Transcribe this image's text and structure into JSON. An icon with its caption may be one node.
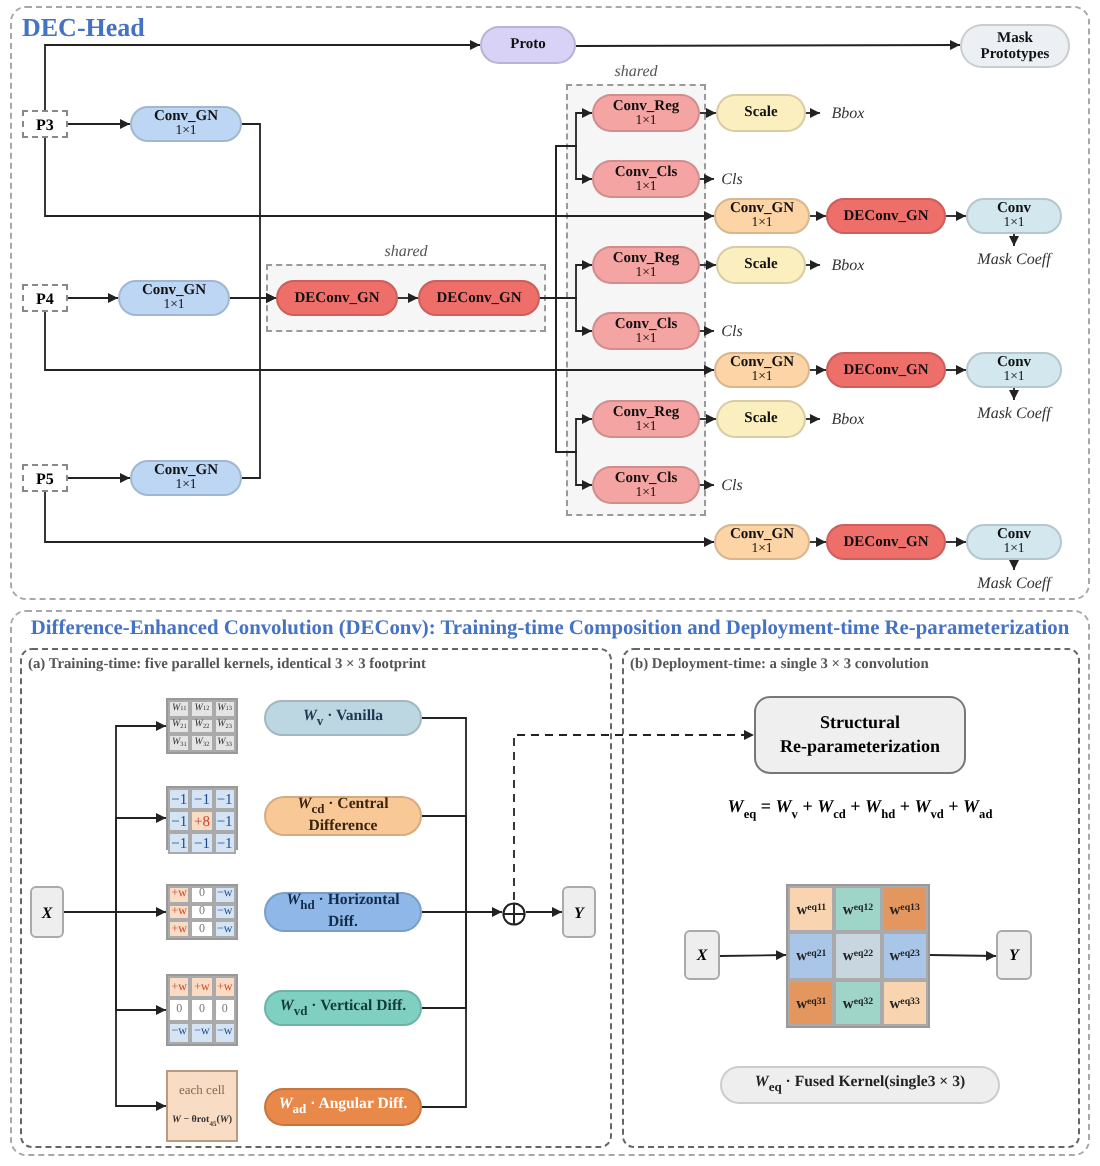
{
  "diagram": {
    "nodes": [
      {
        "text": [
          "DEC-Head"
        ]
      },
      {
        "text": [
          "Proto"
        ],
        "in": 0
      },
      {
        "text": [
          "Mask Prototypes"
        ],
        "in": 0
      },
      {
        "text": [
          "P3"
        ],
        "in": 0
      },
      {
        "text": [
          "Conv_GN",
          "1×1"
        ],
        "in": 0
      },
      {
        "text": [
          "P4"
        ],
        "in": 0
      },
      {
        "text": [
          "Conv_GN",
          "1×1"
        ],
        "in": 0
      },
      {
        "text": [
          "P5"
        ],
        "in": 0
      },
      {
        "text": [
          "Conv_GN",
          "1×1"
        ],
        "in": 0
      },
      {
        "text": [
          "shared"
        ],
        "in": 0
      },
      {
        "text": [
          "DEConv_GN"
        ],
        "in": 9
      },
      {
        "text": [
          "DEConv_GN"
        ],
        "in": 9
      },
      {
        "text": [
          "shared"
        ],
        "in": 0
      },
      {
        "text": [
          "Conv_Reg",
          "1×1"
        ],
        "in": 12
      },
      {
        "text": [
          "Conv_Cls",
          "1×1"
        ],
        "in": 12
      },
      {
        "text": [
          "Conv_Reg",
          "1×1"
        ],
        "in": 12
      },
      {
        "text": [
          "Conv_Cls",
          "1×1"
        ],
        "in": 12
      },
      {
        "text": [
          "Conv_Reg",
          "1×1"
        ],
        "in": 12
      },
      {
        "text": [
          "Conv_Cls",
          "1×1"
        ],
        "in": 12
      },
      {
        "text": [
          "Scale"
        ],
        "in": 0
      },
      {
        "text": [
          "Scale"
        ],
        "in": 0
      },
      {
        "text": [
          "Scale"
        ],
        "in": 0
      },
      {
        "text": [
          "Bbox"
        ],
        "in": 0
      },
      {
        "text": [
          "Bbox"
        ],
        "in": 0
      },
      {
        "text": [
          "Bbox"
        ],
        "in": 0
      },
      {
        "text": [
          "Cls"
        ],
        "in": 0
      },
      {
        "text": [
          "Cls"
        ],
        "in": 0
      },
      {
        "text": [
          "Cls"
        ],
        "in": 0
      },
      {
        "text": [
          "Conv_GN",
          "1×1"
        ],
        "in": 0
      },
      {
        "text": [
          "DEConv_GN"
        ],
        "in": 0
      },
      {
        "text": [
          "Conv",
          "1×1"
        ],
        "in": 0
      },
      {
        "text": [
          "Mask Coeff"
        ],
        "in": 0
      },
      {
        "text": [
          "Conv_GN",
          "1×1"
        ],
        "in": 0
      },
      {
        "text": [
          "DEConv_GN"
        ],
        "in": 0
      },
      {
        "text": [
          "Conv",
          "1×1"
        ],
        "in": 0
      },
      {
        "text": [
          "Mask Coeff"
        ],
        "in": 0
      },
      {
        "text": [
          "Conv_GN",
          "1×1"
        ],
        "in": 0
      },
      {
        "text": [
          "DEConv_GN"
        ],
        "in": 0
      },
      {
        "text": [
          "Conv",
          "1×1"
        ],
        "in": 0
      },
      {
        "text": [
          "Mask Coeff"
        ],
        "in": 0
      },
      {
        "text": [
          "Difference-Enhanced Convolution (DEConv): Training-time Composition and Deployment-time Re-parameterization"
        ]
      },
      {
        "text": [
          "(a) Training-time: five parallel kernels, identical 3 × 3 footprint"
        ],
        "in": 40
      },
      {
        "text": [
          "X"
        ],
        "in": 41
      },
      {
        "text": [
          "*W*$_{11}$",
          "*W*$_{12}$",
          "*W*$_{13}$",
          "*W*$_{21}$",
          "*W*$_{22}$",
          "*W*$_{23}$",
          "*W*$_{31}$",
          "*W*$_{32}$",
          "*W*$_{33}$"
        ],
        "in": 41
      },
      {
        "text": [
          "−1",
          "−1",
          "−1",
          "−1",
          "+8",
          "−1",
          "−1",
          "−1",
          "−1"
        ],
        "in": 41
      },
      {
        "text": [
          "+w",
          "0",
          "−w",
          "+w",
          "0",
          "−w",
          "+w",
          "0",
          "−w"
        ],
        "in": 41
      },
      {
        "text": [
          "+w",
          "+w",
          "+w",
          "0",
          "0",
          "0",
          "−w",
          "−w",
          "−w"
        ],
        "in": 41
      },
      {
        "text": [
          "each cell",
          "*W* − θrot$_{45}$(*W*)"
        ],
        "in": 41
      },
      {
        "text": [
          "*W*$_{v}$ · Vanilla"
        ],
        "in": 41
      },
      {
        "text": [
          "*W*$_{cd}$ · Central Difference"
        ],
        "in": 41
      },
      {
        "text": [
          "*W*$_{hd}$ · Horizontal Diff."
        ],
        "in": 41
      },
      {
        "text": [
          "*W*$_{vd}$ · Vertical Diff."
        ],
        "in": 41
      },
      {
        "text": [
          "*W*$_{ad}$ · Angular Diff."
        ],
        "in": 41
      },
      {
        "text": [],
        "shape": "circle",
        "in": 41
      },
      {
        "text": [
          "Y"
        ],
        "in": 41
      },
      {
        "text": [
          "(b) Deployment-time: a single 3 × 3 convolution"
        ],
        "in": 40
      },
      {
        "text": [
          "Structural Re-parameterization"
        ],
        "in": 55
      },
      {
        "text": [
          "X"
        ],
        "in": 55
      },
      {
        "text": [
          "w$^{eq}$$_{11}$",
          "w$^{eq}$$_{12}$",
          "w$^{eq}$$_{13}$",
          "w$^{eq}$$_{21}$",
          "w$^{eq}$$_{22}$",
          "w$^{eq}$$_{23}$",
          "w$^{eq}$$_{31}$",
          "w$^{eq}$$_{32}$",
          "w$^{eq}$$_{33}$"
        ],
        "in": 55
      },
      {
        "text": [
          "Y"
        ],
        "in": 55
      },
      {
        "text": [
          "*W*$_{eq}$ · Fused Kernel(single3 × 3)"
        ],
        "in": 55
      }
    ],
    "edges": [
      {
        "from": 3,
        "to": 1,
        "arrow": "to"
      },
      {
        "from": 1,
        "to": 2,
        "arrow": "to"
      },
      {
        "from": 3,
        "to": 4,
        "arrow": "to"
      },
      {
        "from": 5,
        "to": 6,
        "arrow": "to"
      },
      {
        "from": 7,
        "to": 8,
        "arrow": "to"
      },
      {
        "from": 4,
        "to": 10,
        "arrow": "to"
      },
      {
        "from": 6,
        "to": 10,
        "arrow": "to"
      },
      {
        "from": 8,
        "to": 10,
        "arrow": "to"
      },
      {
        "from": 10,
        "to": 11,
        "arrow": "to"
      },
      {
        "from": 11,
        "to": 13,
        "arrow": "to"
      },
      {
        "from": 11,
        "to": 14,
        "arrow": "to"
      },
      {
        "from": 11,
        "to": 15,
        "arrow": "to"
      },
      {
        "from": 11,
        "to": 16,
        "arrow": "to"
      },
      {
        "from": 11,
        "to": 17,
        "arrow": "to"
      },
      {
        "from": 11,
        "to": 18,
        "arrow": "to"
      },
      {
        "from": 13,
        "to": 19,
        "arrow": "to"
      },
      {
        "from": 15,
        "to": 20,
        "arrow": "to"
      },
      {
        "from": 17,
        "to": 21,
        "arrow": "to"
      },
      {
        "from": 19,
        "to": 22,
        "arrow": "to"
      },
      {
        "from": 20,
        "to": 23,
        "arrow": "to"
      },
      {
        "from": 21,
        "to": 24,
        "arrow": "to"
      },
      {
        "from": 14,
        "to": 25,
        "arrow": "to"
      },
      {
        "from": 16,
        "to": 26,
        "arrow": "to"
      },
      {
        "from": 18,
        "to": 27,
        "arrow": "to"
      },
      {
        "from": 3,
        "to": 28,
        "arrow": "to"
      },
      {
        "from": 28,
        "to": 29,
        "arrow": "to"
      },
      {
        "from": 29,
        "to": 30,
        "arrow": "to"
      },
      {
        "from": 30,
        "to": 31,
        "arrow": "to"
      },
      {
        "from": 5,
        "to": 32,
        "arrow": "to"
      },
      {
        "from": 32,
        "to": 33,
        "arrow": "to"
      },
      {
        "from": 33,
        "to": 34,
        "arrow": "to"
      },
      {
        "from": 34,
        "to": 35,
        "arrow": "to"
      },
      {
        "from": 7,
        "to": 36,
        "arrow": "to"
      },
      {
        "from": 36,
        "to": 37,
        "arrow": "to"
      },
      {
        "from": 37,
        "to": 38,
        "arrow": "to"
      },
      {
        "from": 38,
        "to": 39,
        "arrow": "to"
      },
      {
        "from": 42,
        "to": 43,
        "arrow": "to"
      },
      {
        "from": 42,
        "to": 44,
        "arrow": "to"
      },
      {
        "from": 42,
        "to": 45,
        "arrow": "to"
      },
      {
        "from": 42,
        "to": 46,
        "arrow": "to"
      },
      {
        "from": 42,
        "to": 47,
        "arrow": "to"
      },
      {
        "from": 48,
        "to": 53,
        "arrow": "none"
      },
      {
        "from": 49,
        "to": 53,
        "arrow": "none"
      },
      {
        "from": 50,
        "to": 53,
        "arrow": "to"
      },
      {
        "from": 51,
        "to": 53,
        "arrow": "none"
      },
      {
        "from": 52,
        "to": 53,
        "arrow": "none"
      },
      {
        "from": 53,
        "to": 54,
        "arrow": "to"
      },
      {
        "from": 53,
        "to": 56,
        "arrow": "to",
        "style": "dashed"
      },
      {
        "from": 57,
        "to": 58,
        "arrow": "to"
      },
      {
        "from": 58,
        "to": 59,
        "arrow": "to"
      }
    ],
    "labels": [
      "*W*$_{eq}$ = *W*$_{v}$ + *W*$_{cd}$ + *W*$_{hd}$ + *W*$_{vd}$ + *W*$_{ad}$"
    ]
  }
}
